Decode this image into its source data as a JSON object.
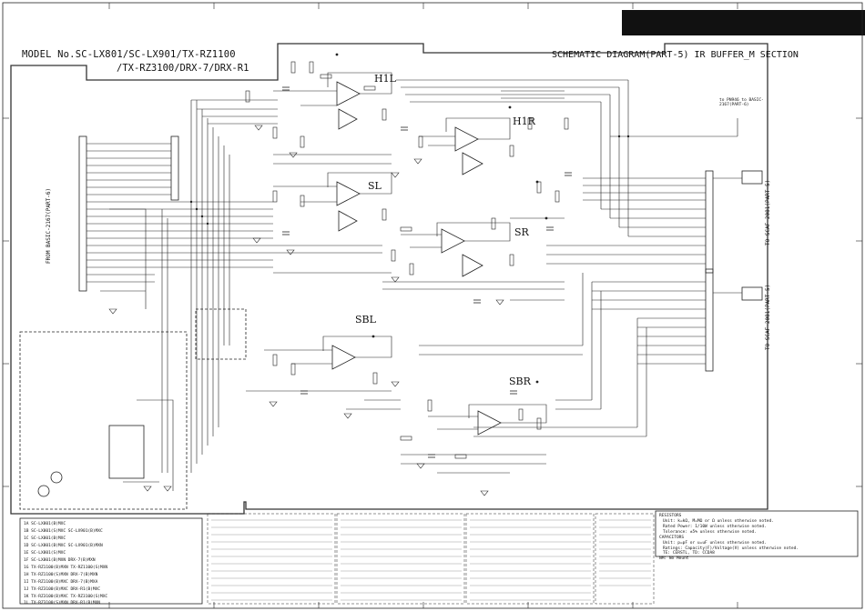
{
  "header": {
    "model_line1": "MODEL No.SC-LX801/SC-LX901/TX-RZ1100",
    "model_line2": "/TX-RZ3100/DRX-7/DRX-R1",
    "diagram_title": "SCHEMATIC DIAGRAM(PART-5) IR BUFFER_M SECTION"
  },
  "sections": {
    "h1l": "H1L",
    "h1r": "H1R",
    "sl": "SL",
    "sr": "SR",
    "sbl": "SBL",
    "sbr": "SBR"
  },
  "connectors": {
    "left_from": "FROM BASIC-2167(PART-6)",
    "right_to_top": "TO SCAF-2081(PART-5)",
    "right_to_bottom": "TO SCAF-2081(PART-5)",
    "top_right_to": "to PN946 to BASIC-2167(PART-6)"
  },
  "notes": {
    "resistors_head": "RESISTORS",
    "resistors_1": "Unit: k=kΩ, M=MΩ or Ω unless otherwise noted.",
    "resistors_2": "Rated Power: 1/10W unless otherwise noted.",
    "resistors_3": "Tolerance: ±5% unless otherwise noted.",
    "capacitors_head": "CAPACITORS",
    "capacitors_1": "Unit: p=pF or u=uF unless otherwise noted.",
    "capacitors_2": "Ratings: Capacity(F)/Voltage(V) unless otherwise noted.",
    "capacitors_3": "TE: CERSTL, TD: CCDA8",
    "nm": "NM: No Mount"
  },
  "model_table": [
    "1A   SC-LX801(B)MXC",
    "1B   SC-LX801(S)MXC  SC-LX901(B)MXC",
    "1C   SC-LX801(B)MXC",
    "1D   SC-LX801(B)MXC  SC-LX901(B)MXN",
    "1E   SC-LX801(S)MXC",
    "1F   SC-LX801(B)MXN  DRX-7(B)MXN",
    "1G   TX-RZ1100(B)MXN  TX-RZ1100(S)MXN",
    "1H   TX-RZ1100(S)MXN  DRX-7(B)MXN",
    "1I   TX-RZ1100(B)MXC  DRX-7(B)MXA",
    "1J   TX-RZ3100(B)MXC  DRX-R1(B)MXC",
    "1K   TX-RZ3100(B)MXC  TX-RZ3100(S)MXC",
    "1L   TX-RZ3100(S)MXN  DRX-R1(B)MXN"
  ]
}
